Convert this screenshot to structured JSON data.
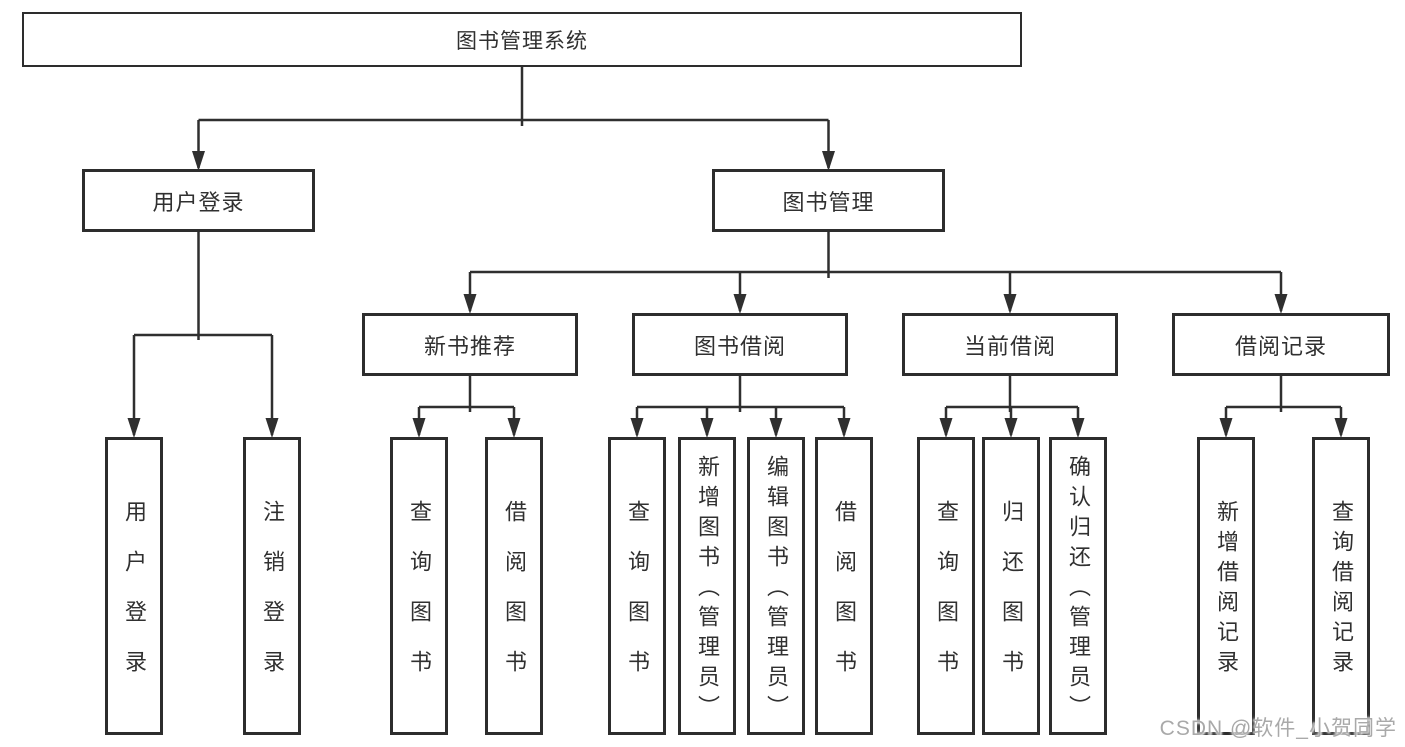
{
  "root": {
    "label": "图书管理系统"
  },
  "level2": [
    {
      "label": "用户登录"
    },
    {
      "label": "图书管理"
    }
  ],
  "level3": [
    {
      "label": "新书推荐"
    },
    {
      "label": "图书借阅"
    },
    {
      "label": "当前借阅"
    },
    {
      "label": "借阅记录"
    }
  ],
  "leaves": {
    "user_login": [
      {
        "label": "用户登录"
      },
      {
        "label": "注销登录"
      }
    ],
    "new_book": [
      {
        "label": "查询图书"
      },
      {
        "label": "借阅图书"
      }
    ],
    "book_borrow": [
      {
        "label": "查询图书"
      },
      {
        "label": "新增图书（管理员）"
      },
      {
        "label": "编辑图书（管理员）"
      },
      {
        "label": "借阅图书"
      }
    ],
    "current_borrow": [
      {
        "label": "查询图书"
      },
      {
        "label": "归还图书"
      },
      {
        "label": "确认归还（管理员）"
      }
    ],
    "borrow_record": [
      {
        "label": "新增借阅记录"
      },
      {
        "label": "查询借阅记录"
      }
    ]
  },
  "watermark": "CSDN @软件_小贺同学",
  "colors": {
    "line": "#2d2d2d",
    "text": "#303030",
    "background": "#ffffff",
    "watermark": "#a9a9a9"
  }
}
